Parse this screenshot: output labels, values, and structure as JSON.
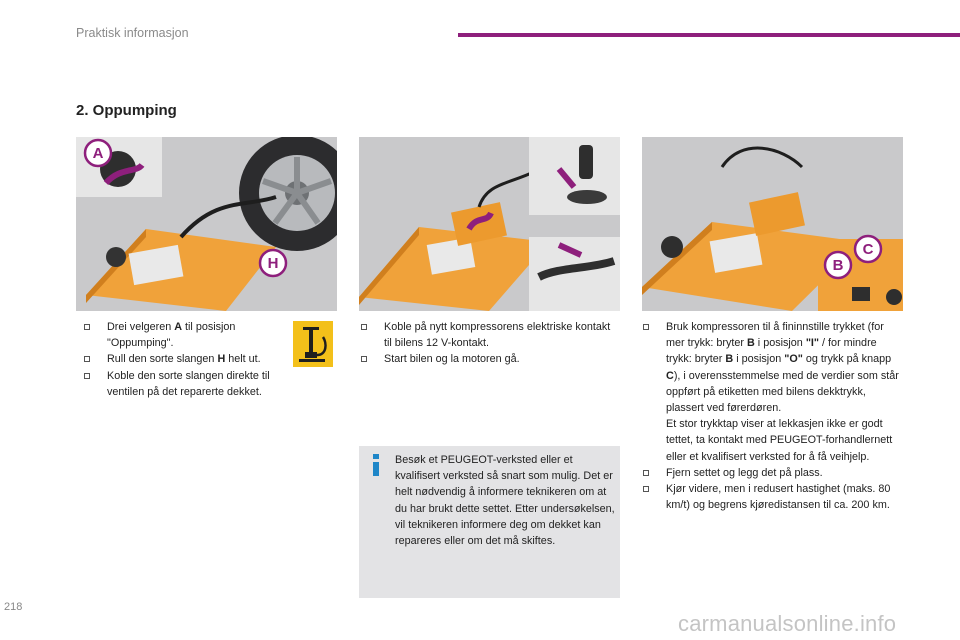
{
  "header": {
    "title": "Praktisk informasjon",
    "accent_color": "#8e1f7c"
  },
  "section": {
    "title": "2. Oppumping"
  },
  "illustrations": {
    "panel_1": {
      "labels": [
        "A",
        "H"
      ]
    },
    "panel_2": {
      "labels": []
    },
    "panel_3": {
      "labels": [
        "C",
        "B"
      ]
    }
  },
  "columns": {
    "col_1": {
      "items": [
        {
          "parts": [
            "Drei velgeren ",
            "A",
            " til posisjon \"Oppumping\"."
          ]
        },
        {
          "parts": [
            "Rull den sorte slangen ",
            "H",
            " helt ut."
          ]
        },
        {
          "parts": [
            "Koble den sorte slangen direkte til ventilen på det reparerte dekket."
          ]
        }
      ],
      "badge_icon": "tire-pump-icon"
    },
    "col_2": {
      "items": [
        {
          "parts": [
            "Koble på nytt kompressorens elektriske kontakt til bilens 12 V-kontakt."
          ]
        },
        {
          "parts": [
            "Start bilen og la motoren gå."
          ]
        }
      ]
    },
    "col_3": {
      "items": [
        {
          "parts": [
            "Bruk kompressoren til å fininnstille trykket (for mer trykk: bryter ",
            "B",
            " i posisjon ",
            "\"I\"",
            " / for mindre trykk: bryter ",
            "B",
            " i posisjon ",
            "\"O\"",
            " og trykk på knapp ",
            "C",
            "), i overensstemmelse med de verdier som står oppført på etiketten med bilens dekktrykk, plassert ved førerdøren."
          ],
          "continuation": "Et stor trykktap viser at lekkasjen ikke er godt tettet, ta kontakt med PEUGEOT-forhandlernett eller et kvalifisert verksted for å få veihjelp."
        },
        {
          "parts": [
            "Fjern settet og legg det på plass."
          ]
        },
        {
          "parts": [
            "Kjør videre, men i redusert hastighet (maks. 80 km/t) og begrens kjøredistansen til ca. 200 km."
          ]
        }
      ]
    }
  },
  "info_box": {
    "icon": "info-icon",
    "text": "Besøk et PEUGEOT-verksted eller et kvalifisert verksted så snart som mulig. Det er helt nødvendig å informere teknikeren om at du har brukt dette settet. Etter undersøkelsen, vil teknikeren informere deg om dekket kan repareres eller om det må skiftes.",
    "icon_color": "#1e86c8"
  },
  "footer": {
    "page_number": "218",
    "watermark": "carmanualsonline.info"
  }
}
